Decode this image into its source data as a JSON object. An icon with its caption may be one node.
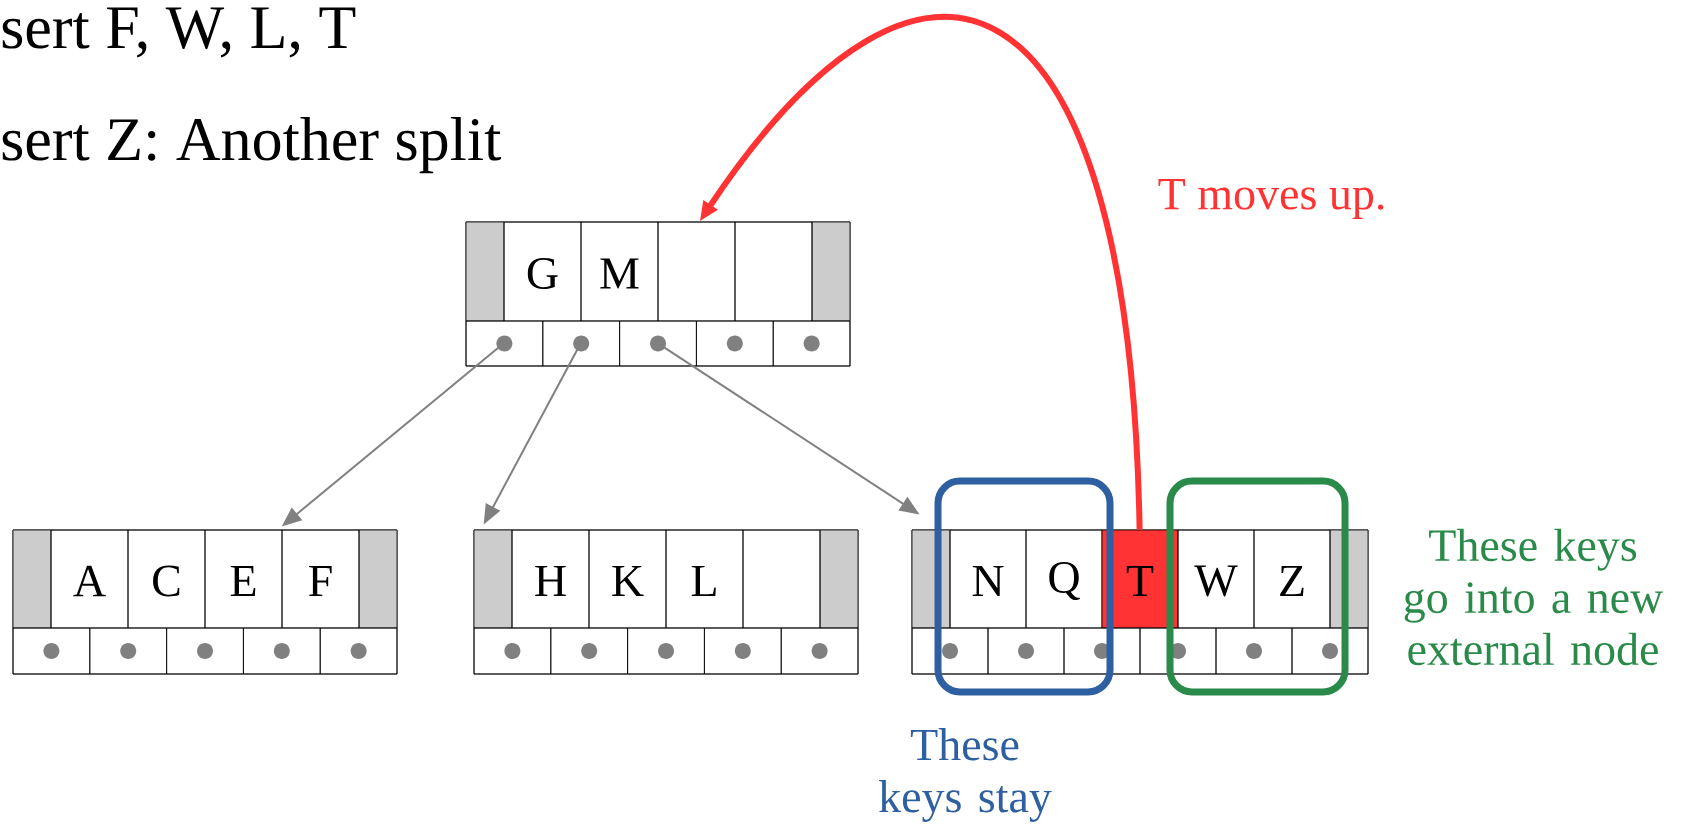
{
  "diagram": {
    "nodes": [
      {
        "text": [
          "G",
          "M"
        ]
      },
      {
        "text": [
          "A",
          "C",
          "E",
          "F"
        ]
      },
      {
        "text": [
          "H",
          "K",
          "L"
        ]
      },
      {
        "text": [
          "N",
          "Q",
          "T",
          "W",
          "Z"
        ]
      }
    ],
    "edges": [
      {
        "from": 0,
        "to": 1,
        "arrow": "to"
      },
      {
        "from": 0,
        "to": 2,
        "arrow": "to"
      },
      {
        "from": 0,
        "to": 3,
        "arrow": "to"
      },
      {
        "from": 3,
        "to": 0,
        "arrow": "to",
        "label": "T moves up.",
        "style": "thick",
        "color": "#ff3333"
      }
    ],
    "labels": [
      "sert F, W, L, T",
      "sert Z: Another split",
      "These keys stay",
      "These keys go into a new external node"
    ]
  }
}
